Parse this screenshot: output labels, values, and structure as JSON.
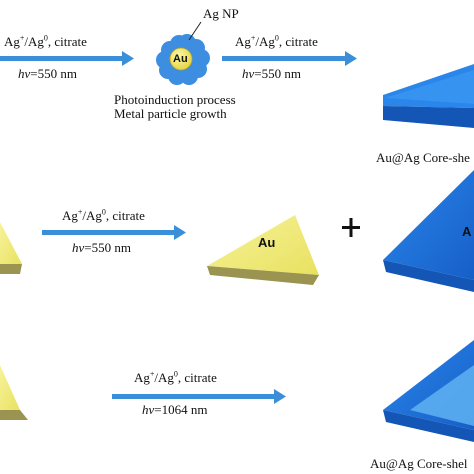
{
  "row1": {
    "reagent_ion": "Ag",
    "reagent_ion_sup": "+",
    "reagent_atom": "/Ag",
    "reagent_atom_sup": "0",
    "reagent_rest": ", citrate",
    "hv_symbol": "hv",
    "hv_value": "=550 nm",
    "nanoparticle_label": "Ag NP",
    "core_label": "Au",
    "process_line1": "Photoinduction process",
    "process_line2": "Metal particle growth",
    "product_caption": "Au@Ag Core-she"
  },
  "row2": {
    "reagent_ion": "Ag",
    "reagent_ion_sup": "+",
    "reagent_atom": "/Ag",
    "reagent_atom_sup": "0",
    "reagent_rest": ", citrate",
    "hv_symbol": "hv",
    "hv_value": "=550 nm",
    "triangle_label": "Au",
    "plus_sign": "+",
    "product_label_partial": "A"
  },
  "row3": {
    "reagent_ion": "Ag",
    "reagent_ion_sup": "+",
    "reagent_atom": "/Ag",
    "reagent_atom_sup": "0",
    "reagent_rest": ", citrate",
    "hv_symbol": "hv",
    "hv_value": "=1064 nm",
    "product_caption": "Au@Ag Core-shel"
  },
  "colors": {
    "arrow": "#3b8fd8",
    "gold_top": "#f3ee7a",
    "gold_side": "#9a9450",
    "blue_plate": "#1f72d9",
    "blue_plate_dark": "#1356b5",
    "ag_cloud": "#3d8ee0"
  }
}
